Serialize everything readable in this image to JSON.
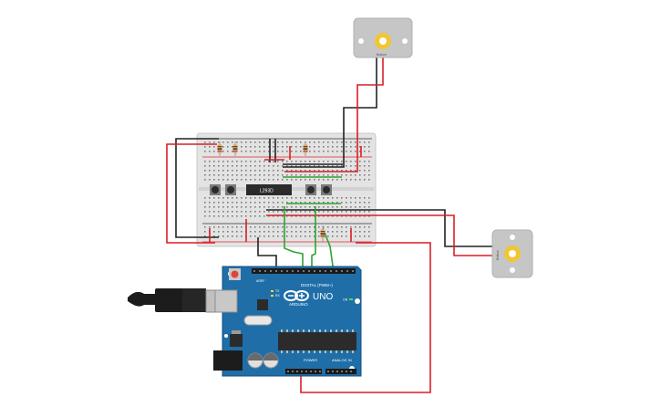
{
  "colors": {
    "background": "#ffffff",
    "breadboard": "#e3e3e3",
    "rail_red": "#e0262a",
    "rail_black": "#333333",
    "arduino_blue": "#1f6ea8",
    "arduino_blue_dark": "#15507c",
    "wire_red": "#d81f26",
    "wire_black": "#222222",
    "wire_green": "#2fa32f",
    "motor_gray": "#c6c6c6",
    "motor_gold": "#f1c633",
    "ic_body": "#2b2b2b",
    "usb_plug": "#1c1c1c",
    "usb_metal": "#c0c0c0"
  },
  "components": {
    "motor_top": {
      "icon": "dc-motor-icon",
      "label": "Bottom"
    },
    "motor_right": {
      "icon": "dc-motor-icon",
      "label": "Bottom"
    },
    "ic": {
      "label": "L293D"
    },
    "arduino": {
      "brand": "ARDUINO",
      "model": "UNO",
      "digital_header": "DIGITAL (PWM~)",
      "power_header": "POWER",
      "analog_header": "ANALOG IN",
      "aref": "AREF",
      "tx": "TX",
      "rx": "RX",
      "on": "ON"
    }
  }
}
